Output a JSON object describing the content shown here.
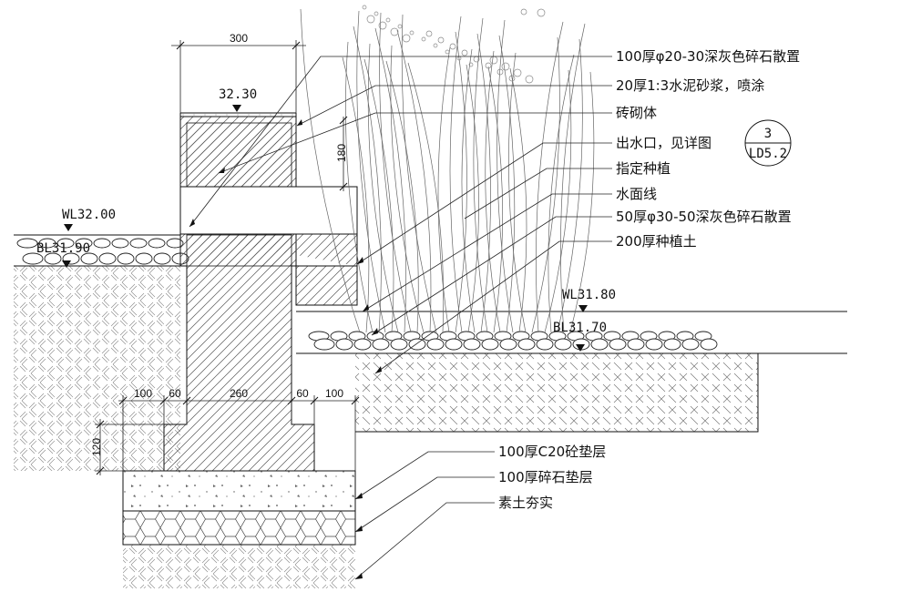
{
  "callouts": {
    "gravel_top": "100厚φ20-30深灰色碎石散置",
    "mortar": "20厚1:3水泥砂浆，喷涂",
    "brick": "砖砌体",
    "outlet": "出水口，见详图",
    "planting": "指定种植",
    "water_line": "水面线",
    "gravel_bottom": "50厚φ30-50深灰色碎石散置",
    "planting_soil": "200厚种植土",
    "concrete": "100厚C20砼垫层",
    "gravel_bed": "100厚碎石垫层",
    "compacted_soil": "素土夯实"
  },
  "detail_ref": {
    "number": "3",
    "sheet": "LD5.2"
  },
  "levels": {
    "wall_top": "32.30",
    "wl_left": "WL32.00",
    "bl_left": "BL31.90",
    "wl_right": "WL31.80",
    "bl_right": "BL31.70"
  },
  "dimensions": {
    "wall_width": "300",
    "outlet_height": "180",
    "foot_100_left": "100",
    "foot_60_left": "60",
    "foot_260": "260",
    "foot_60_right": "60",
    "foot_100_right": "100",
    "footing_height": "120"
  }
}
